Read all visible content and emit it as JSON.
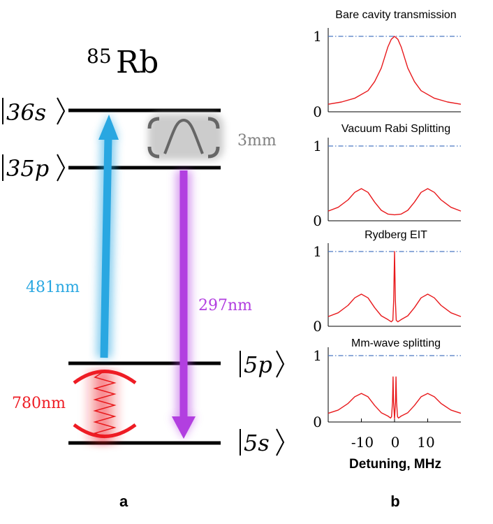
{
  "colors": {
    "blue": "#29a7e1",
    "purple": "#b23fe0",
    "red": "#ee1c24",
    "gray": "#808080",
    "curve": "#e8191c",
    "reference": "#4a78c2",
    "level": "#000000"
  },
  "diagram": {
    "species_mass": "85",
    "species_symbol": "Rb",
    "levels": [
      {
        "state": "36s"
      },
      {
        "state": "35p"
      },
      {
        "state": "5p"
      },
      {
        "state": "5s"
      }
    ],
    "transitions": {
      "blue": "481nm",
      "purple": "297nm",
      "red": "780nm"
    },
    "cavity_size": "3mm",
    "panel_label": "a"
  },
  "plots": {
    "panel_label": "b",
    "xlabel": "Detuning, MHz",
    "x_ticks": [
      "-10",
      "0",
      "10"
    ],
    "y_ticks": [
      "1",
      "0"
    ]
  },
  "chart_data": [
    {
      "type": "line",
      "title": "Bare cavity transmission",
      "xlim": [
        -20,
        20
      ],
      "ylim": [
        0,
        1
      ],
      "series": [
        {
          "x": [
            -20,
            -16,
            -12,
            -8,
            -6,
            -4,
            -2,
            -1,
            0,
            1,
            2,
            4,
            6,
            8,
            12,
            16,
            20
          ],
          "y": [
            0.1,
            0.13,
            0.18,
            0.28,
            0.4,
            0.58,
            0.86,
            0.96,
            1.0,
            0.96,
            0.86,
            0.58,
            0.4,
            0.28,
            0.18,
            0.13,
            0.1
          ]
        }
      ],
      "reference_line": 1
    },
    {
      "type": "line",
      "title": "Vacuum Rabi Splitting",
      "xlim": [
        -20,
        20
      ],
      "ylim": [
        0,
        1
      ],
      "series": [
        {
          "x": [
            -20,
            -17,
            -14,
            -12,
            -10,
            -8,
            -6,
            -4,
            -2,
            0,
            2,
            4,
            6,
            8,
            10,
            12,
            14,
            17,
            20
          ],
          "y": [
            0.13,
            0.18,
            0.28,
            0.38,
            0.43,
            0.38,
            0.25,
            0.14,
            0.09,
            0.08,
            0.09,
            0.14,
            0.25,
            0.38,
            0.43,
            0.38,
            0.28,
            0.18,
            0.13
          ]
        }
      ],
      "reference_line": 1
    },
    {
      "type": "line",
      "title": "Rydberg EIT",
      "xlim": [
        -20,
        20
      ],
      "ylim": [
        0,
        1
      ],
      "series": [
        {
          "x": [
            -20,
            -17,
            -14,
            -12,
            -10,
            -8,
            -6,
            -4,
            -2,
            -1,
            -0.5,
            -0.25,
            0,
            0.25,
            0.5,
            1,
            2,
            4,
            6,
            8,
            10,
            12,
            14,
            17,
            20
          ],
          "y": [
            0.13,
            0.18,
            0.28,
            0.38,
            0.43,
            0.38,
            0.25,
            0.14,
            0.09,
            0.06,
            0.08,
            0.35,
            1.0,
            0.35,
            0.08,
            0.06,
            0.09,
            0.14,
            0.25,
            0.38,
            0.43,
            0.38,
            0.28,
            0.18,
            0.13
          ]
        }
      ],
      "reference_line": 1
    },
    {
      "type": "line",
      "title": "Mm-wave splitting",
      "xlim": [
        -20,
        20
      ],
      "ylim": [
        0,
        1
      ],
      "series": [
        {
          "x": [
            -20,
            -17,
            -14,
            -12,
            -10,
            -8,
            -6,
            -4,
            -2,
            -1.2,
            -0.9,
            -0.6,
            -0.45,
            -0.3,
            0,
            0.3,
            0.45,
            0.6,
            0.9,
            1.2,
            2,
            4,
            6,
            8,
            10,
            12,
            14,
            17,
            20
          ],
          "y": [
            0.13,
            0.18,
            0.28,
            0.38,
            0.43,
            0.38,
            0.25,
            0.14,
            0.09,
            0.06,
            0.08,
            0.3,
            0.68,
            0.3,
            0.05,
            0.3,
            0.68,
            0.3,
            0.08,
            0.06,
            0.09,
            0.14,
            0.25,
            0.38,
            0.43,
            0.38,
            0.28,
            0.18,
            0.13
          ]
        }
      ],
      "reference_line": 1
    }
  ]
}
